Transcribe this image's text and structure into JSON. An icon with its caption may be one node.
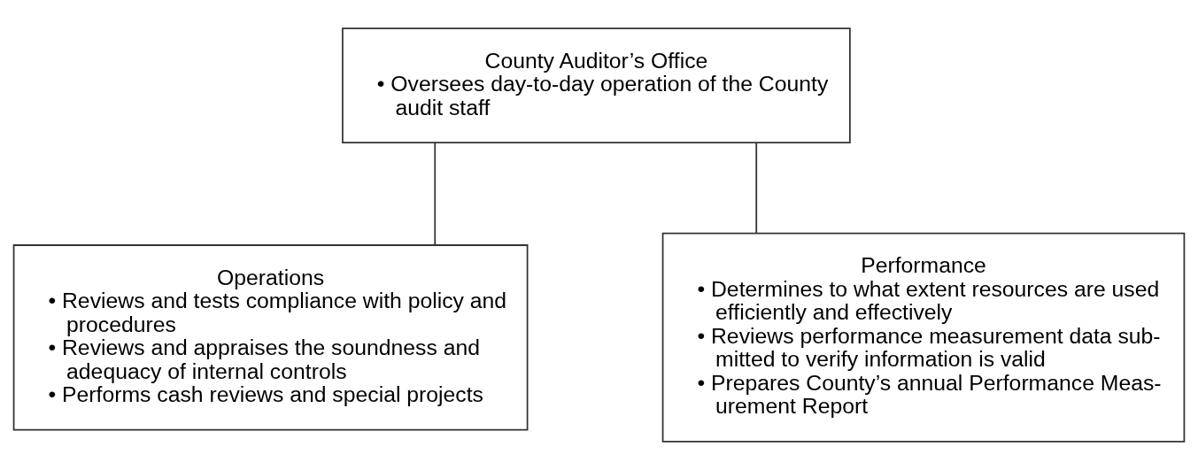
{
  "diagram": {
    "nodes": [
      {
        "text": [
          "County Auditor’s Office",
          "• Oversees day-to-day operation of the County audit staff"
        ]
      },
      {
        "text": [
          "Operations",
          "• Reviews and tests compliance with policy and procedures",
          "• Reviews and appraises the soundness and adequacy of internal controls",
          "• Performs cash reviews and special projects"
        ]
      },
      {
        "text": [
          "Performance",
          "• Determines to what extent resources are used efficiently and effectively",
          "• Reviews performance measurement data sub- mitted to verify information is valid",
          "• Prepares County’s annual Performance Meas- urement Report"
        ]
      }
    ],
    "edges": [
      {
        "from": 0,
        "to": 1,
        "arrow": "none"
      },
      {
        "from": 0,
        "to": 2,
        "arrow": "none"
      }
    ]
  }
}
